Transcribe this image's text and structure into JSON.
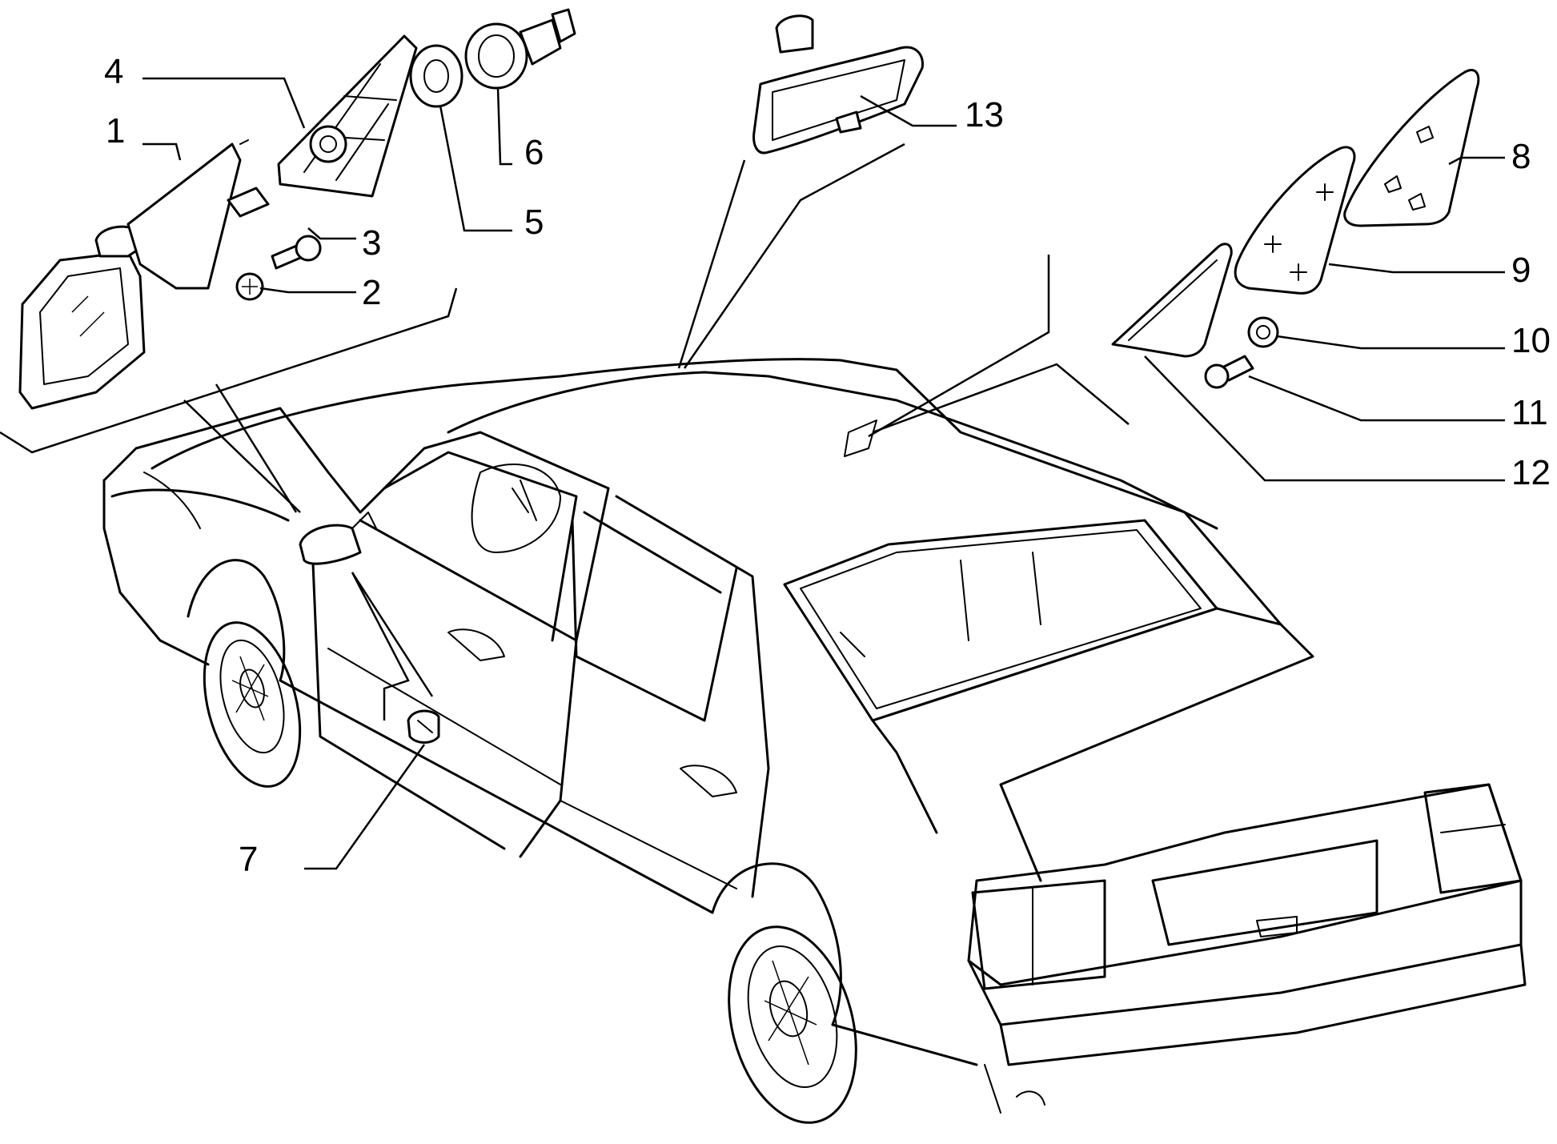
{
  "callouts": [
    {
      "id": "1",
      "text": "1"
    },
    {
      "id": "2",
      "text": "2"
    },
    {
      "id": "3",
      "text": "3"
    },
    {
      "id": "4",
      "text": "4"
    },
    {
      "id": "5",
      "text": "5"
    },
    {
      "id": "6",
      "text": "6"
    },
    {
      "id": "7",
      "text": "7"
    },
    {
      "id": "8",
      "text": "8"
    },
    {
      "id": "9",
      "text": "9"
    },
    {
      "id": "10",
      "text": "10"
    },
    {
      "id": "11",
      "text": "11"
    },
    {
      "id": "12",
      "text": "12"
    },
    {
      "id": "13",
      "text": "13"
    }
  ],
  "colors": {
    "line": "#000000",
    "background": "#ffffff"
  }
}
